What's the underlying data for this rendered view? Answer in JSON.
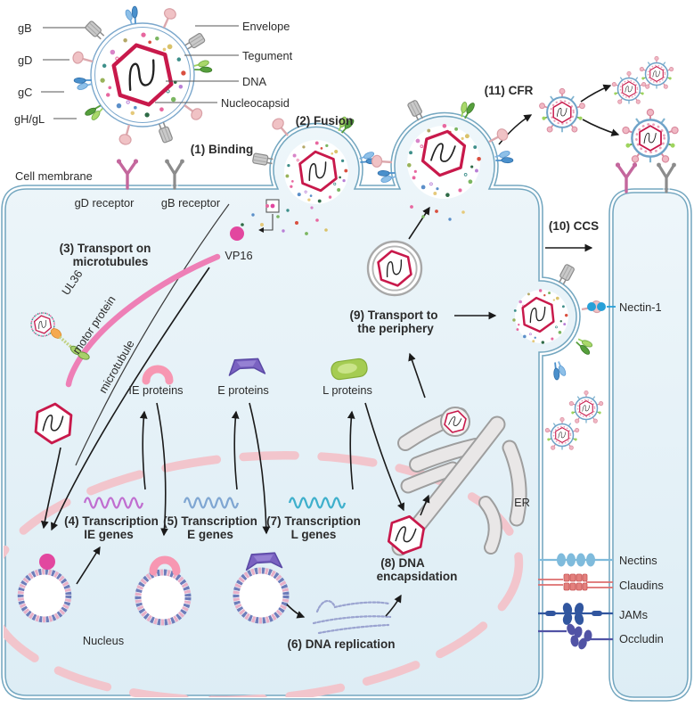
{
  "virion": {
    "gB": "gB",
    "gD": "gD",
    "gC": "gC",
    "gHgL": "gH/gL",
    "envelope": "Envelope",
    "tegument": "Tegument",
    "dna": "DNA",
    "nucleocapsid": "Nucleocapsid"
  },
  "entry": {
    "binding": "(1) Binding",
    "fusion": "(2) Fusion",
    "cell_membrane": "Cell membrane",
    "gd_receptor": "gD receptor",
    "gb_receptor": "gB receptor",
    "vp16": "VP16"
  },
  "transport": {
    "step3_line1": "(3) Transport on",
    "step3_line2": "microtubules",
    "ul36": "UL36",
    "motor_protein": "motor protein",
    "microtubule": "microtubule"
  },
  "proteins": {
    "ie": "IE proteins",
    "e": "E proteins",
    "l": "L proteins"
  },
  "nucleus": {
    "label": "Nucleus",
    "t4_line1": "(4) Transcription",
    "t4_line2": "IE genes",
    "t5_line1": "(5) Transcription",
    "t5_line2": "E genes",
    "t7_line1": "(7) Transcription",
    "t7_line2": "L genes",
    "dna_replication": "(6) DNA replication",
    "encapsidation_line1": "(8) DNA",
    "encapsidation_line2": "encapsidation"
  },
  "egress": {
    "step9_line1": "(9) Transport to",
    "step9_line2": "the periphery",
    "ccs": "(10) CCS",
    "cfr": "(11) CFR",
    "er": "ER",
    "nectin1": "Nectin-1"
  },
  "junctions": {
    "nectins": "Nectins",
    "claudins": "Claudins",
    "jams": "JAMs",
    "occludin": "Occludin"
  },
  "colors": {
    "cell_fill": "#e7f1f7",
    "membrane_stroke": "#74a7c0",
    "capsid": "#c8194b",
    "microtubule": "#ee7fb6",
    "nuclear_envelope": "#f2c5cc",
    "vp16": "#e2479f",
    "ie_protein": "#f797b2",
    "e_protein": "#7a62c1",
    "l_protein": "#a5cc52",
    "er_fill": "#e9e7e7",
    "nectins": "#7fbbdc",
    "claudins": "#dd6f6f",
    "jams": "#31569f",
    "occludin": "#5153a5",
    "nectin1_dot": "#28a0d8"
  }
}
